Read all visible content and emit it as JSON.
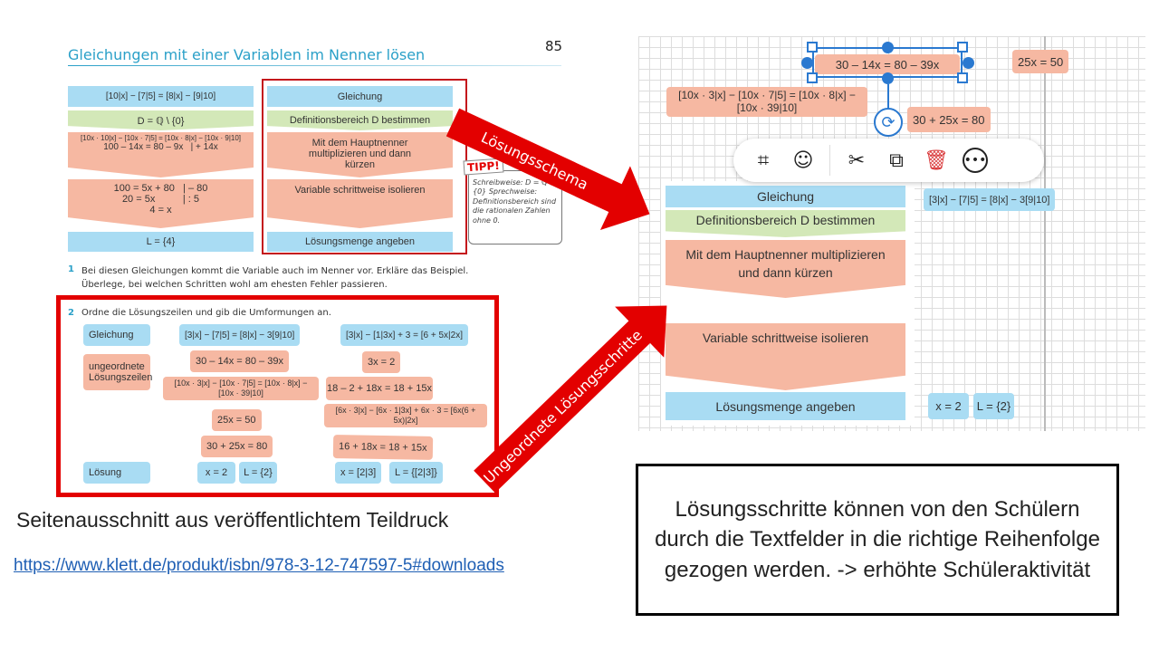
{
  "book": {
    "title": "Gleichungen mit einer Variablen im Nenner lösen",
    "page": "85",
    "example": {
      "equation": "[10|x] − [7|5] = [8|x] − [9|10]",
      "domain": "D = ℚ \\ {0}",
      "step1": "[10x · 10|x] − [10x · 7|5] = [10x · 8|x] − [10x · 9|10]",
      "step1b": "100 – 14x = 80 – 9x   | + 14x",
      "step2a": "100 = 5x + 80   | – 80",
      "step2b": "20 = 5x          | : 5",
      "step2c": "4 = x",
      "solution": "L = {4}"
    },
    "schema": [
      "Gleichung",
      "Definitionsbereich D bestimmen",
      "Mit dem Hauptnenner multiplizieren und dann kürzen",
      "Variable schrittweise isolieren",
      "Lösungsmenge angeben"
    ],
    "tipp": {
      "label": "TIPP!",
      "text": "Schreibweise: D = ℚ \\ {0} Sprechweise: Definitionsbereich sind die rationalen Zahlen ohne 0."
    },
    "task1": {
      "num": "1",
      "text": "Bei diesen Gleichungen kommt die Variable auch im Nenner vor. Erkläre das Beispiel. Überlege, bei welchen Schritten wohl am ehesten Fehler passieren."
    },
    "task2": {
      "num": "2",
      "text": "Ordne die Lösungszeilen und gib die Umformungen an.",
      "labels": {
        "equation": "Gleichung",
        "unordered": "ungeordnete Lösungszeilen",
        "solution": "Lösung"
      },
      "a": {
        "eq": "[3|x] − [7|5] = [8|x] − 3[9|10]",
        "lines": [
          "30 – 14x = 80 – 39x",
          "[10x · 3|x] − [10x · 7|5] = [10x · 8|x] − [10x · 39|10]",
          "25x = 50",
          "30 + 25x = 80"
        ],
        "x": "x = 2",
        "L": "L = {2}"
      },
      "b": {
        "eq": "[3|x] − [1|3x] + 3 = [6 + 5x|2x]",
        "lines": [
          "3x = 2",
          "18 – 2 + 18x = 18 + 15x",
          "[6x · 3|x] − [6x · 1|3x] + 6x · 3 = [6x(6 + 5x)|2x]",
          "16 + 18x = 18 + 15x"
        ],
        "x": "x = [2|3]",
        "L": "L = {[2|3]}"
      }
    }
  },
  "arrows": {
    "schema": "Lösungsschema",
    "steps": "Ungeordnete Lösungsschritte"
  },
  "canvas": {
    "selected": "30 – 14x = 80 – 39x",
    "cards": {
      "c25": "25x = 50",
      "frac": "[10x · 3|x] − [10x · 7|5] = [10x · 8|x] − [10x · 39|10]",
      "c30": "30 + 25x = 80",
      "eq": "[3|x] − [7|5] = [8|x] − 3[9|10]",
      "x": "x = 2",
      "L": "L = {2}"
    },
    "flow": [
      "Gleichung",
      "Definitionsbereich D bestimmen",
      "Mit dem Hauptnenner multiplizieren und dann kürzen",
      "Variable schrittweise isolieren",
      "Lösungsmenge angeben"
    ],
    "toolbar": [
      "crop-icon",
      "sticker-add-icon",
      "scissors-icon",
      "duplicate-icon",
      "trash-icon",
      "more-icon"
    ]
  },
  "caption": "Seitenausschnitt aus veröffentlichtem Teildruck",
  "link": "https://www.klett.de/produkt/isbn/978-3-12-747597-5#downloads",
  "note": "Lösungsschritte können von den Schülern durch die Textfelder in die richtige Reihenfolge gezogen werden. -> erhöhte Schüleraktivität",
  "colors": {
    "accent": "#2aa0c8",
    "red": "#e30000",
    "blue": "#a9dcf3",
    "salmon": "#f6b8a2",
    "green": "#d3e8b8",
    "selection": "#2a79d0"
  }
}
